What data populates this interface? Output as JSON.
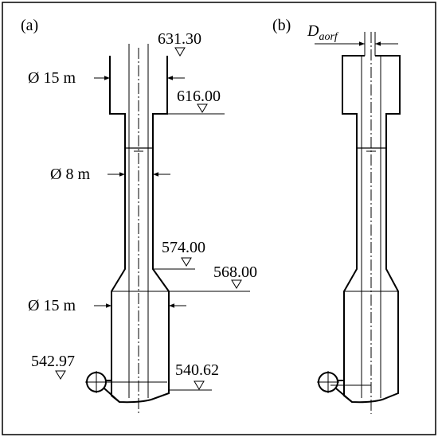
{
  "panels": {
    "a": {
      "label": "(a)",
      "diameters": {
        "top": "Ø 15 m",
        "middle": "Ø 8 m",
        "bottom": "Ø 15 m"
      },
      "elevations": {
        "top": "631.30",
        "upper_step": "616.00",
        "mid_upper": "574.00",
        "mid_lower": "568.00",
        "outlet": "542.97",
        "bottom": "540.62"
      }
    },
    "b": {
      "label": "(b)",
      "orifice_label_main": "D",
      "orifice_label_sub": "aorf"
    }
  }
}
